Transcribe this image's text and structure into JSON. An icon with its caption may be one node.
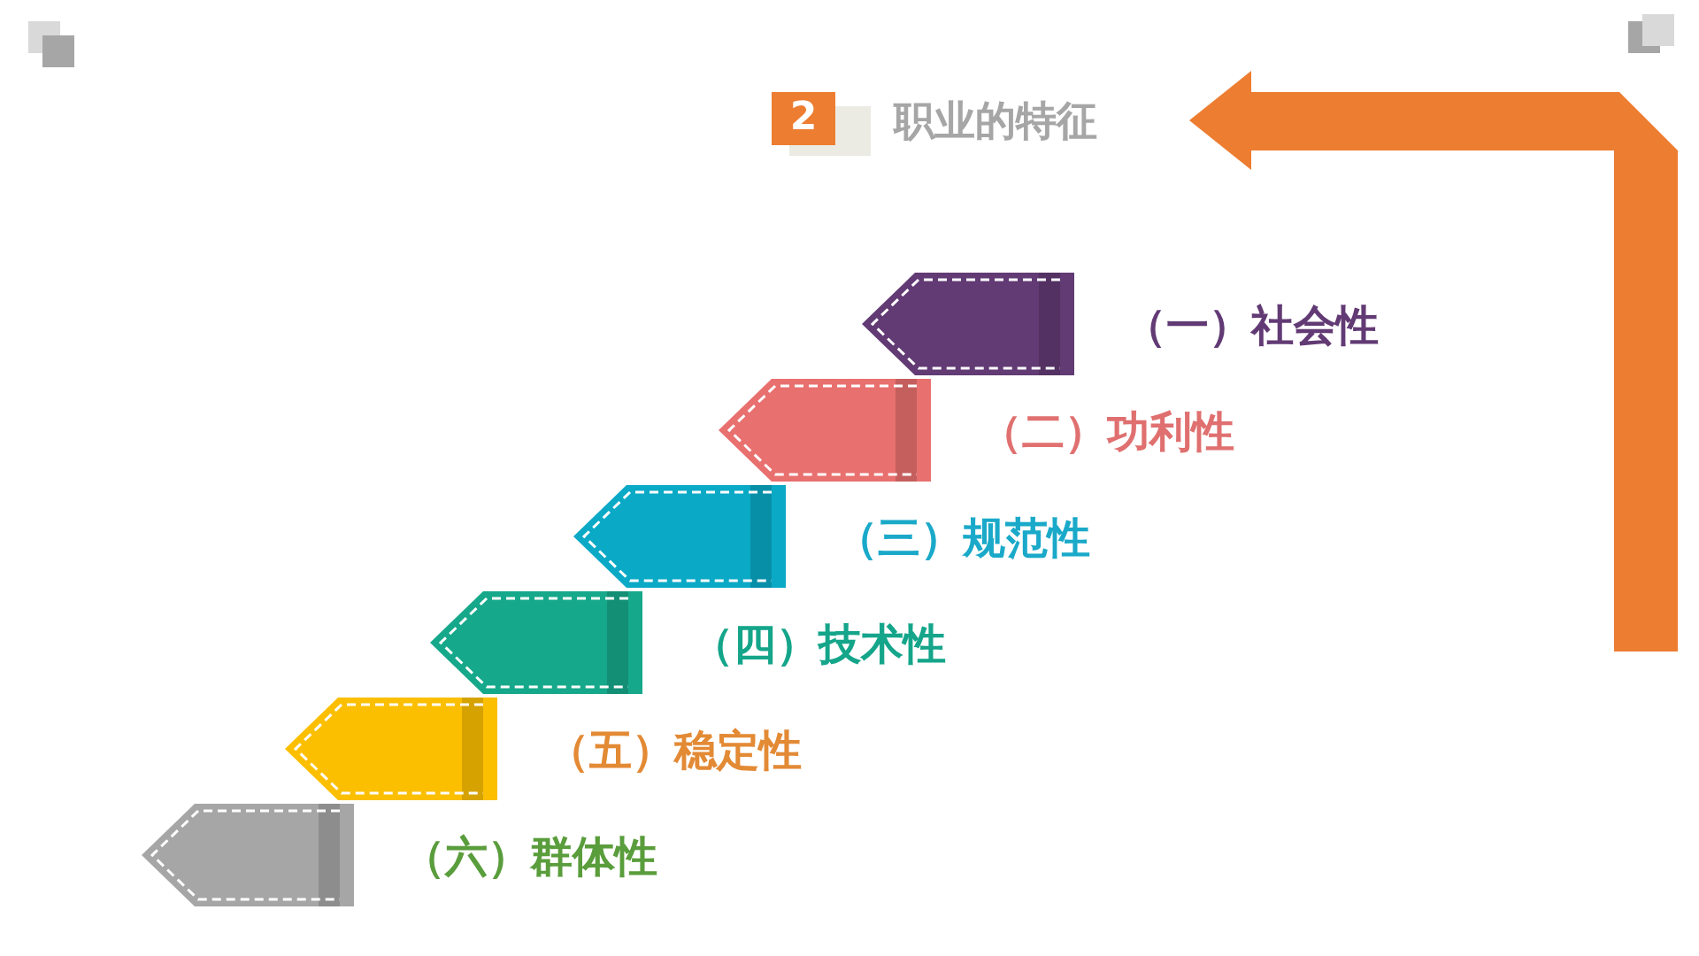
{
  "diagram": {
    "title": "职业的特征",
    "nodes": [
      {
        "text": [
          "2"
        ]
      },
      {
        "text": [],
        "shape": "pentagon"
      },
      {
        "text": [],
        "shape": "pentagon"
      },
      {
        "text": [],
        "shape": "pentagon"
      },
      {
        "text": [],
        "shape": "pentagon"
      },
      {
        "text": [],
        "shape": "pentagon"
      },
      {
        "text": [],
        "shape": "pentagon"
      }
    ],
    "labels": [
      "（一）社会性",
      "（二）功利性",
      "（三）规范性",
      "（四）技术性",
      "（五）稳定性",
      "（六）群体性"
    ]
  }
}
